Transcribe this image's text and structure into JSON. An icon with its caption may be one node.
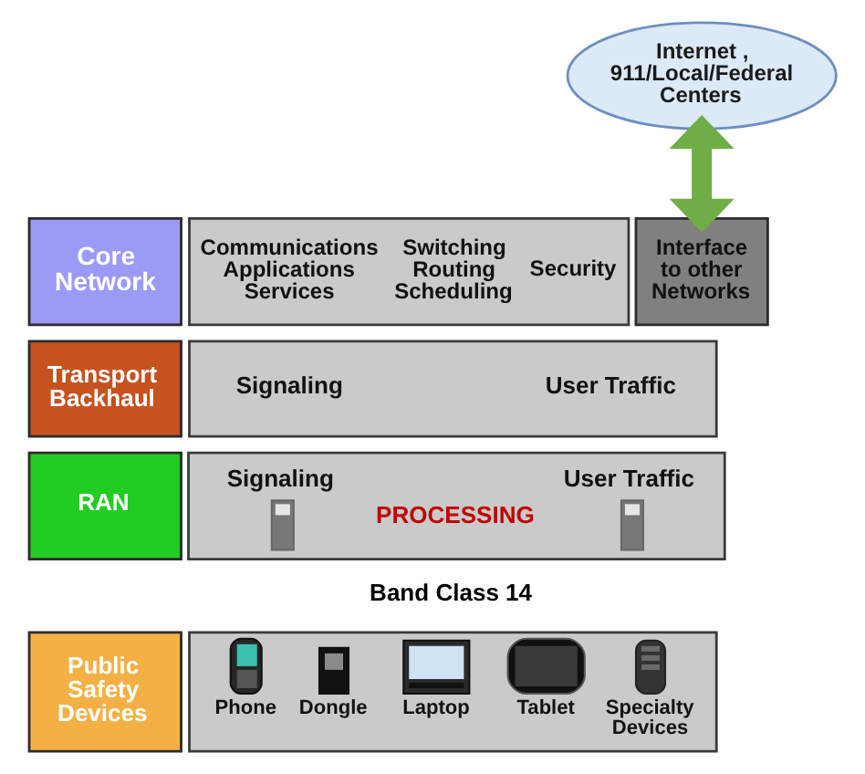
{
  "diagram": {
    "nodes": [
      {
        "text": [
          "Internet , 911/Local/Federal Centers"
        ]
      },
      {
        "text": [
          "Core Network"
        ]
      },
      {
        "text": [
          "Communications Applications Services",
          "Switching Routing Scheduling",
          "Security"
        ]
      },
      {
        "text": [
          "Interface to other Networks"
        ]
      },
      {
        "text": [
          "Transport Backhaul"
        ]
      },
      {
        "text": [
          "Signaling",
          "User Traffic"
        ]
      },
      {
        "text": [
          "RAN"
        ]
      },
      {
        "text": [
          "Signaling",
          "PROCESSING",
          "User Traffic"
        ]
      },
      {
        "text": [
          "Public Safety Devices"
        ]
      },
      {
        "text": [
          "Phone",
          "Dongle",
          "Laptop",
          "Tablet",
          "Specialty Devices"
        ]
      }
    ],
    "edges": [
      {
        "from": 0,
        "to": 3,
        "arrow": "both",
        "color": "#70ad47"
      }
    ],
    "labels": [
      "Band Class 14"
    ]
  }
}
